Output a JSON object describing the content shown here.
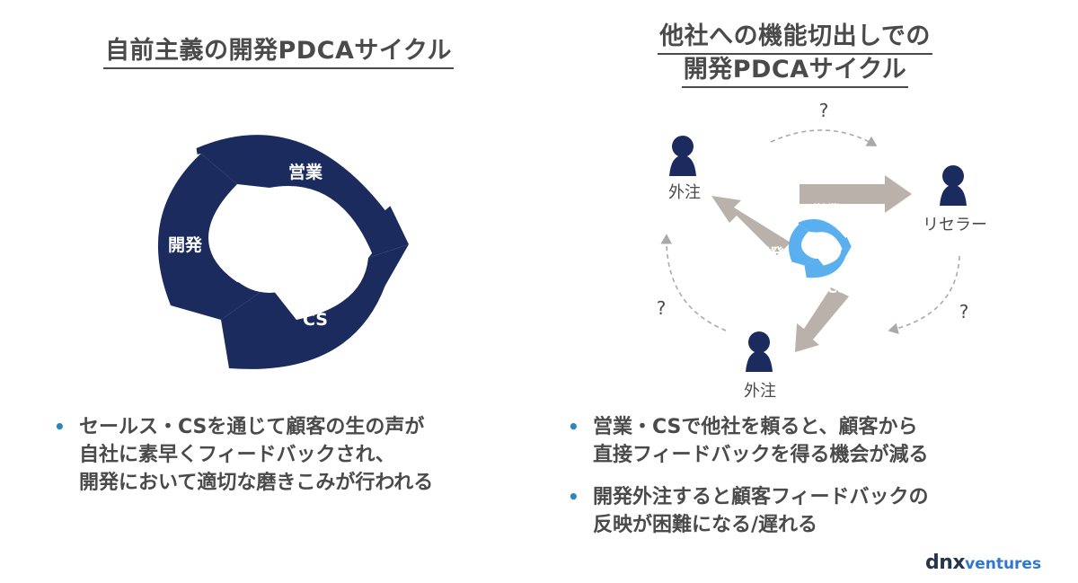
{
  "left": {
    "title": "自前主義の開発PDCAサイクル",
    "cycle": {
      "top": "営業",
      "left": "開発",
      "bottom": "CS",
      "color": "#1c2b5e"
    },
    "bullets": [
      [
        "セールス・CSを通じて顧客の生の声が",
        "自社に素早くフィードバックされ、",
        "開発において適切な磨きこみが行われる"
      ]
    ]
  },
  "right": {
    "title_lines": [
      "他社への機能切出しでの",
      "開発PDCAサイクル"
    ],
    "cycle": {
      "top": "営業",
      "left": "開発",
      "bottom": "CS",
      "color": "#5ab0ee"
    },
    "actors": {
      "top_left": "外注",
      "right": "リセラー",
      "bottom": "外注"
    },
    "questions": [
      "?",
      "?",
      "?"
    ],
    "bullets": [
      [
        "営業・CSで他社を頼ると、顧客から",
        "直接フィードバックを得る機会が減る"
      ],
      [
        "開発外注すると顧客フィードバックの",
        "反映が困難になる/遅れる"
      ]
    ]
  },
  "bullet_symbol": "•",
  "brand": {
    "part1": "dnx",
    "part2": "ventures"
  }
}
